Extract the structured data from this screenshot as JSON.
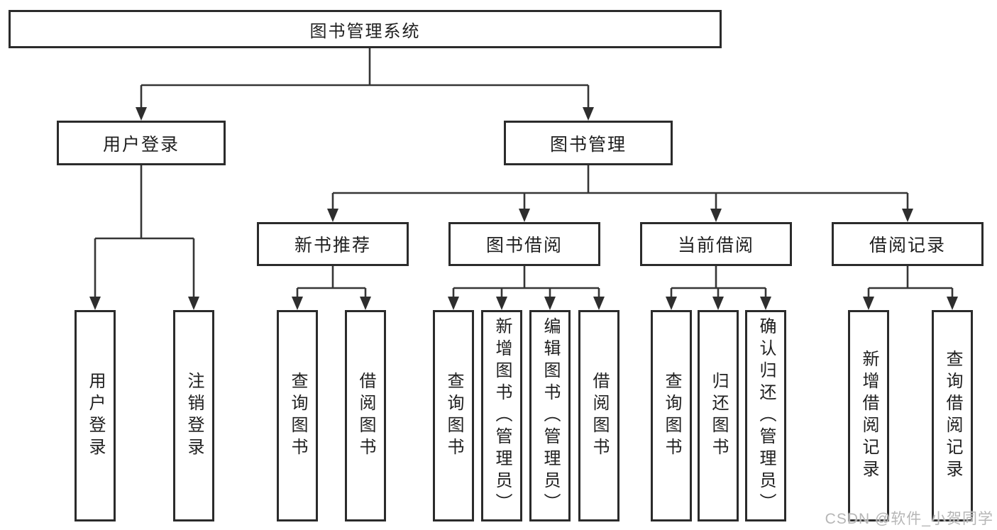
{
  "colors": {
    "line": "#363636",
    "box_border": "#2b2b2b",
    "box_fill": "#ffffff",
    "text": "#1f1f1f",
    "watermark": "#b6b6b6",
    "background": "#ffffff"
  },
  "watermark": {
    "text": "CSDN @软件_小贺同学"
  },
  "tree": {
    "root": {
      "label": "图书管理系统"
    },
    "children": [
      {
        "label": "用户登录",
        "children": [
          {
            "label": "用户登录"
          },
          {
            "label": "注销登录"
          }
        ]
      },
      {
        "label": "图书管理",
        "children": [
          {
            "label": "新书推荐",
            "children": [
              {
                "label": "查询图书"
              },
              {
                "label": "借阅图书"
              }
            ]
          },
          {
            "label": "图书借阅",
            "children": [
              {
                "label": "查询图书"
              },
              {
                "label": "新增图书（管理员）"
              },
              {
                "label": "编辑图书（管理员）"
              },
              {
                "label": "借阅图书"
              }
            ]
          },
          {
            "label": "当前借阅",
            "children": [
              {
                "label": "查询图书"
              },
              {
                "label": "归还图书"
              },
              {
                "label": "确认归还（管理员）"
              }
            ]
          },
          {
            "label": "借阅记录",
            "children": [
              {
                "label": "新增借阅记录"
              },
              {
                "label": "查询借阅记录"
              }
            ]
          }
        ]
      }
    ]
  }
}
